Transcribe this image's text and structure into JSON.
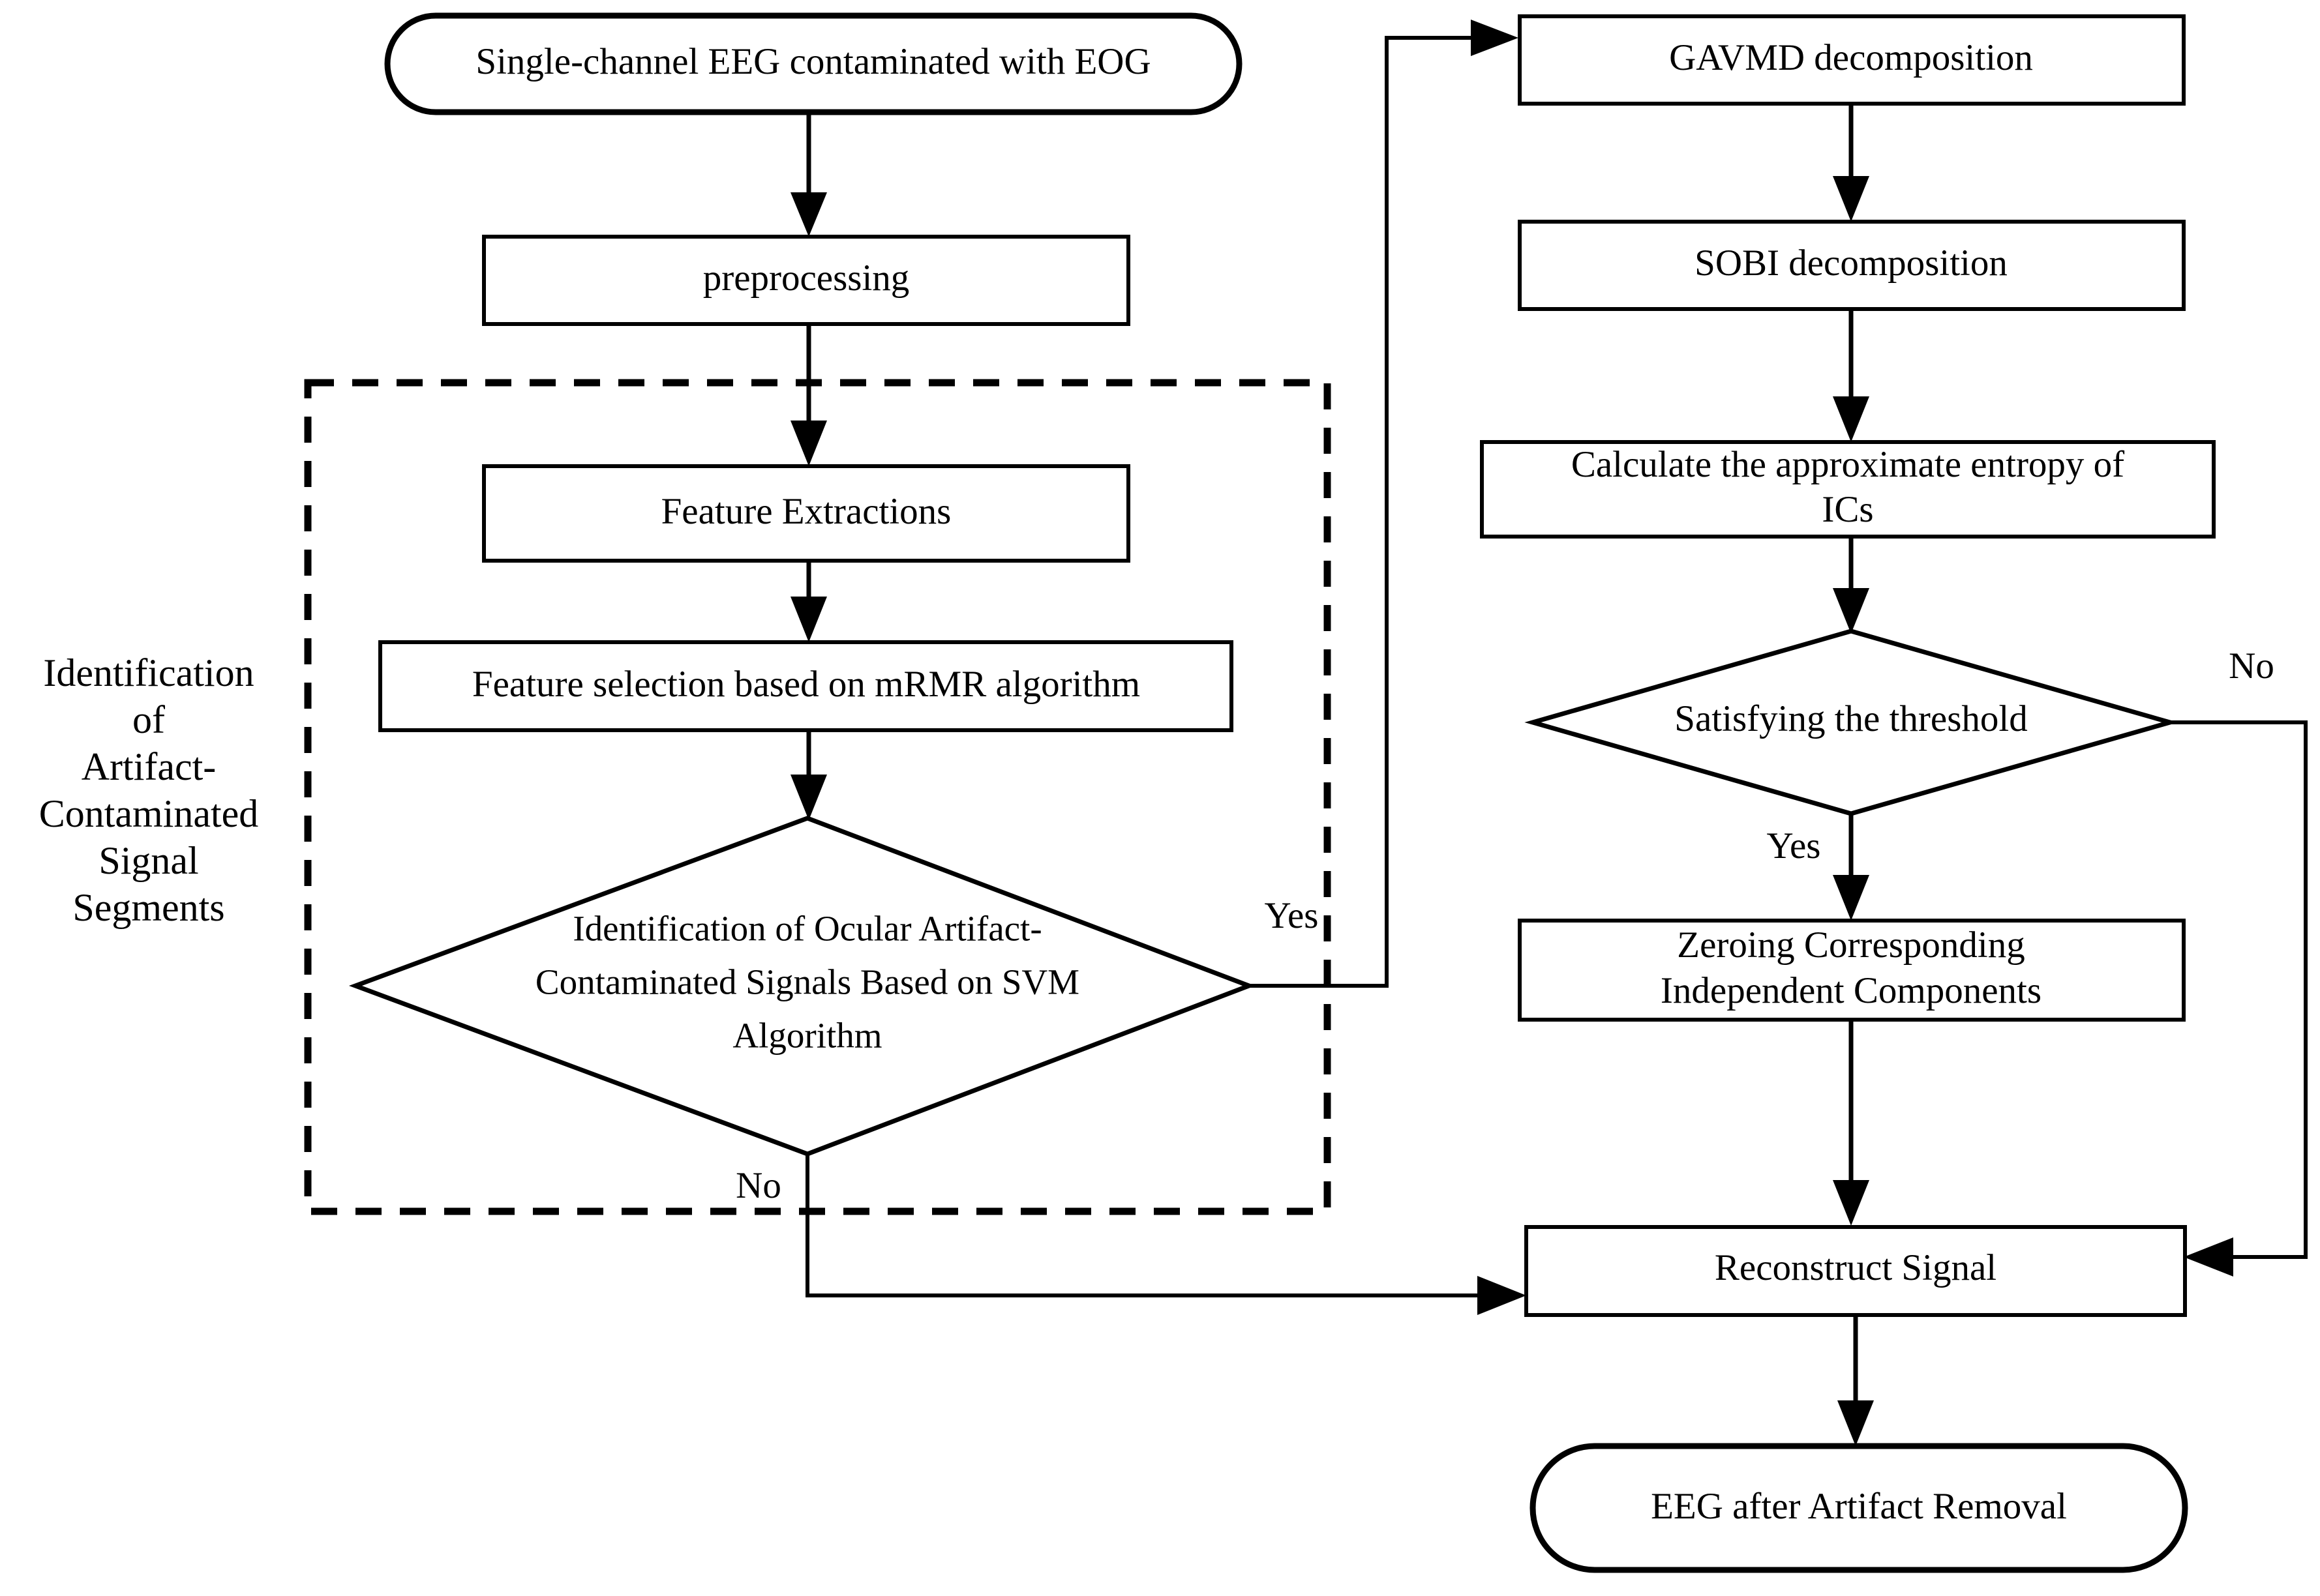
{
  "diagram": {
    "title": "EEG ocular artifact removal flowchart",
    "background_color": "#ffffff",
    "line_color": "#000000",
    "group_label": {
      "name": "identification-group-label",
      "lines": [
        "Identification",
        "of",
        "Artifact-",
        "Contaminated",
        "Signal",
        "Segments"
      ]
    },
    "nodes": {
      "start": {
        "label": "Single-channel EEG contaminated with EOG",
        "shape": "terminator"
      },
      "preprocessing": {
        "label": "preprocessing",
        "shape": "process"
      },
      "feature_extraction": {
        "label": "Feature Extractions",
        "shape": "process"
      },
      "feature_selection": {
        "label": "Feature selection based on mRMR algorithm",
        "shape": "process"
      },
      "svm_decision": {
        "shape": "decision",
        "lines": [
          "Identification of Ocular Artifact-",
          "Contaminated Signals Based on SVM",
          "Algorithm"
        ]
      },
      "gavmd": {
        "label": "GAVMD decomposition",
        "shape": "process"
      },
      "sobi": {
        "label": "SOBI decomposition",
        "shape": "process"
      },
      "entropy": {
        "shape": "process",
        "lines": [
          "Calculate the approximate entropy of",
          "ICs"
        ]
      },
      "threshold_decision": {
        "label": "Satisfying the threshold",
        "shape": "decision"
      },
      "zeroing": {
        "shape": "process",
        "lines": [
          "Zeroing Corresponding",
          "Independent Components"
        ]
      },
      "reconstruct": {
        "label": "Reconstruct Signal",
        "shape": "process"
      },
      "end": {
        "label": "EEG after Artifact Removal",
        "shape": "terminator"
      }
    },
    "edge_labels": {
      "svm_yes": "Yes",
      "svm_no": "No",
      "threshold_yes": "Yes",
      "threshold_no": "No"
    }
  }
}
